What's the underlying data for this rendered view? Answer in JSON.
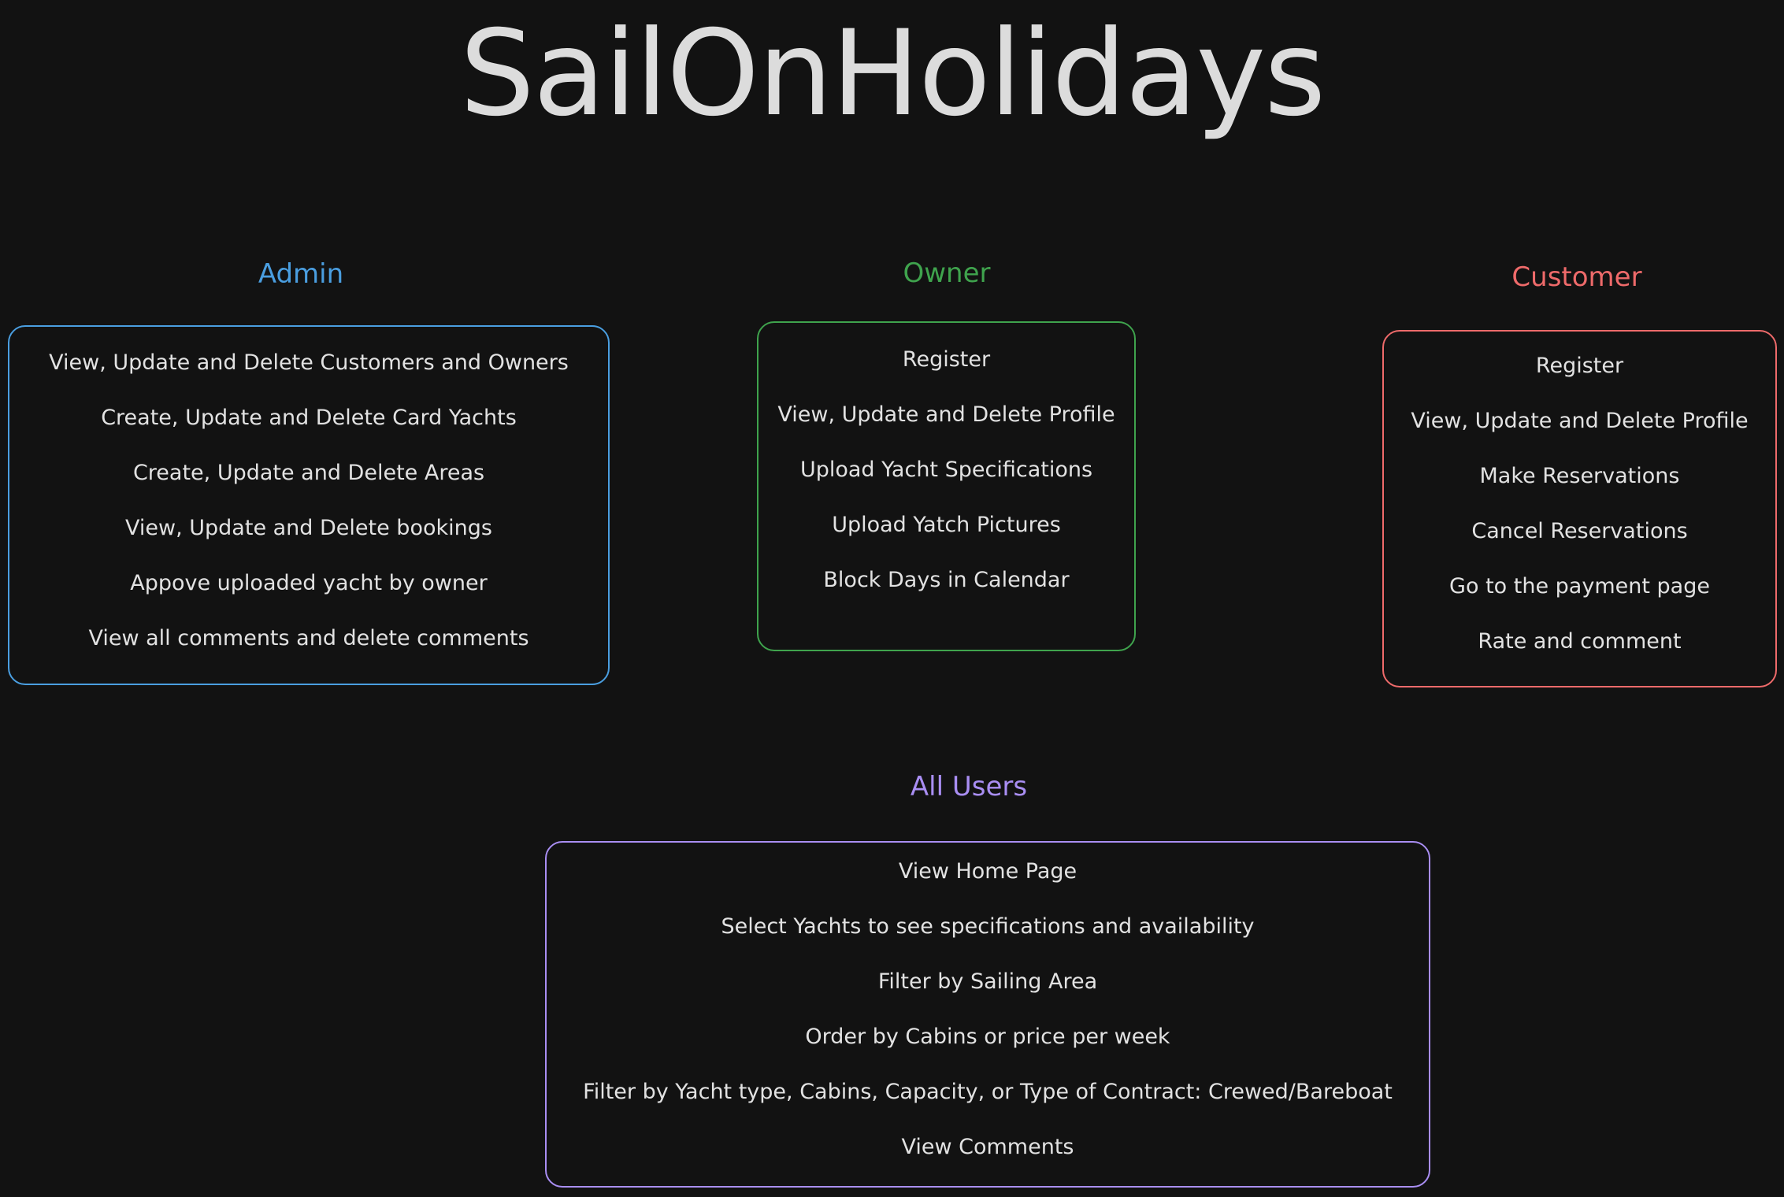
{
  "title": "SailOnHolidays",
  "colors": {
    "background": "#121212",
    "admin": "#4a9ee0",
    "owner": "#3fa34d",
    "customer": "#ee6a6a",
    "all_users": "#a98ef3",
    "text": "#e2e2e2"
  },
  "groups": {
    "admin": {
      "heading": "Admin",
      "items": [
        "View, Update and Delete Customers and Owners",
        "Create, Update and Delete Card Yachts",
        "Create, Update and Delete Areas",
        "View, Update and Delete bookings",
        "Appove uploaded yacht by owner",
        "View all comments and delete comments"
      ]
    },
    "owner": {
      "heading": "Owner",
      "items": [
        "Register",
        "View, Update and Delete Profile",
        "Upload Yacht Specifications",
        "Upload Yatch Pictures",
        "Block Days in Calendar"
      ]
    },
    "customer": {
      "heading": "Customer",
      "items": [
        "Register",
        "View, Update and Delete Profile",
        "Make Reservations",
        "Cancel Reservations",
        "Go to the payment page",
        "Rate and comment"
      ]
    },
    "all_users": {
      "heading": "All Users",
      "items": [
        "View Home Page",
        "Select Yachts to see specifications and availability",
        "Filter by Sailing Area",
        "Order by Cabins or price per week",
        "Filter by Yacht type, Cabins, Capacity, or Type of Contract: Crewed/Bareboat",
        "View Comments"
      ]
    }
  }
}
